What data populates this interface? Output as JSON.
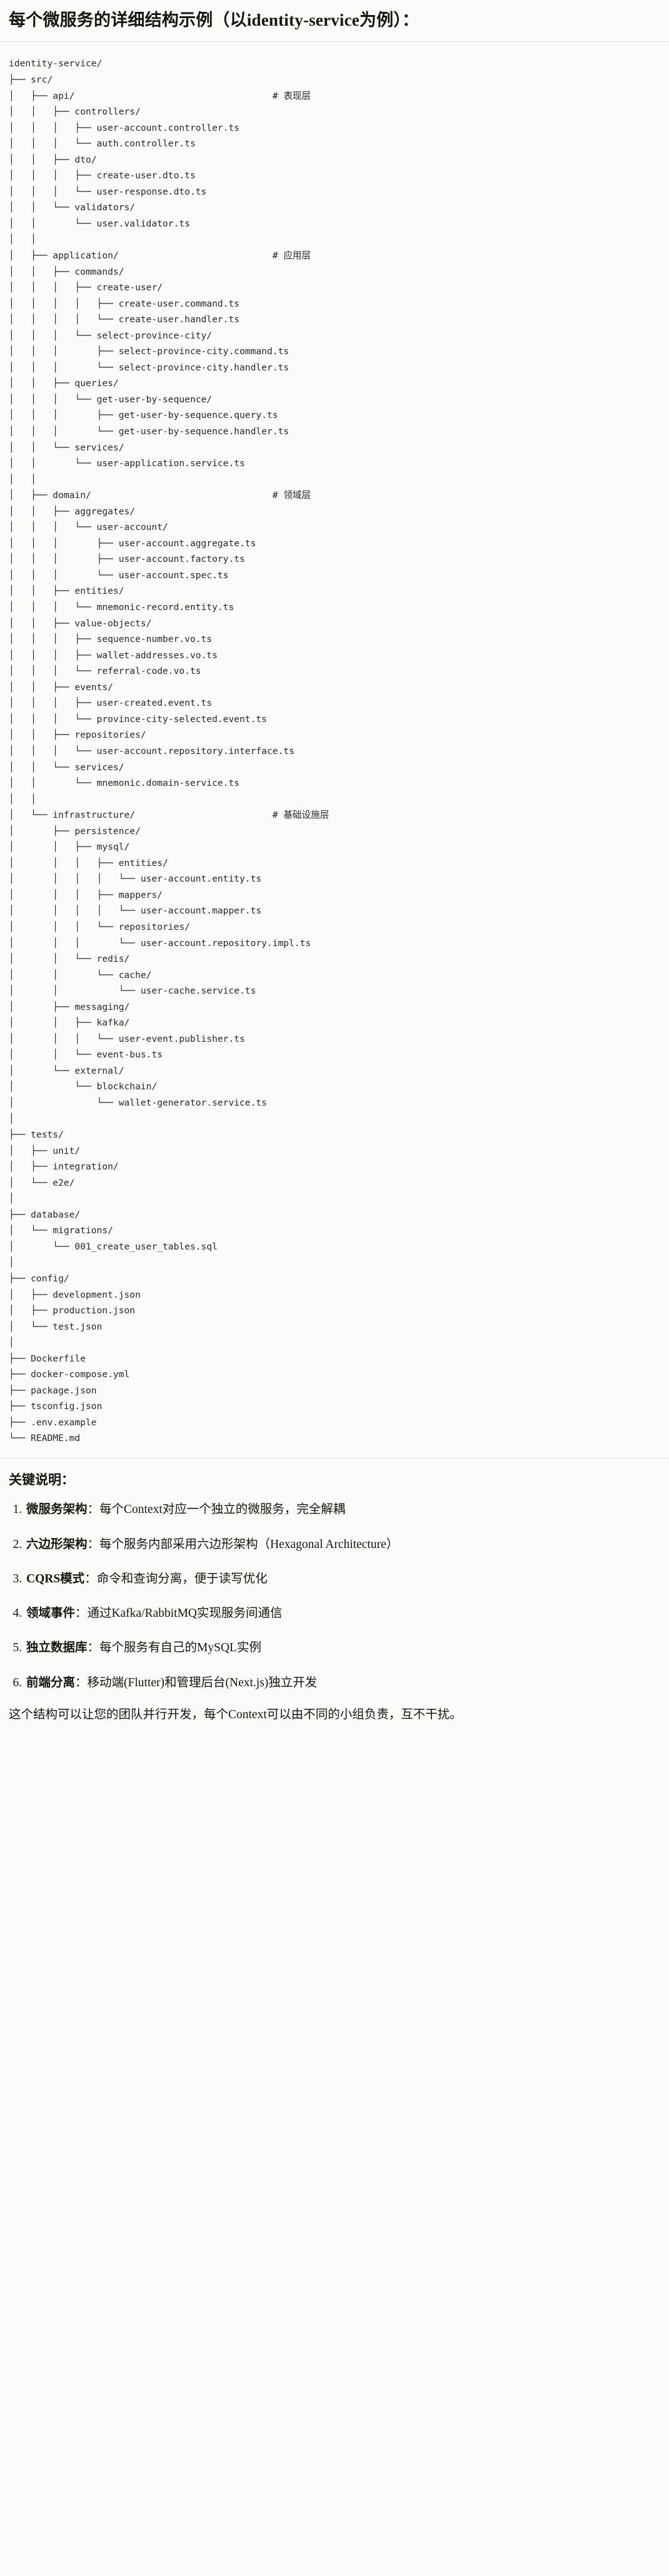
{
  "header": {
    "title": "每个微服务的详细结构示例（以identity-service为例）："
  },
  "tree": {
    "root": "identity-service/",
    "comment_column": 48,
    "lines": [
      {
        "prefix": "",
        "label": "identity-service/",
        "comment": ""
      },
      {
        "prefix": "├── ",
        "label": "src/",
        "comment": ""
      },
      {
        "prefix": "│   ├── ",
        "label": "api/",
        "comment": "# 表现层"
      },
      {
        "prefix": "│   │   ├── ",
        "label": "controllers/",
        "comment": ""
      },
      {
        "prefix": "│   │   │   ├── ",
        "label": "user-account.controller.ts",
        "comment": ""
      },
      {
        "prefix": "│   │   │   └── ",
        "label": "auth.controller.ts",
        "comment": ""
      },
      {
        "prefix": "│   │   ├── ",
        "label": "dto/",
        "comment": ""
      },
      {
        "prefix": "│   │   │   ├── ",
        "label": "create-user.dto.ts",
        "comment": ""
      },
      {
        "prefix": "│   │   │   └── ",
        "label": "user-response.dto.ts",
        "comment": ""
      },
      {
        "prefix": "│   │   └── ",
        "label": "validators/",
        "comment": ""
      },
      {
        "prefix": "│   │       └── ",
        "label": "user.validator.ts",
        "comment": ""
      },
      {
        "prefix": "│   │",
        "label": "",
        "comment": ""
      },
      {
        "prefix": "│   ├── ",
        "label": "application/",
        "comment": "# 应用层"
      },
      {
        "prefix": "│   │   ├── ",
        "label": "commands/",
        "comment": ""
      },
      {
        "prefix": "│   │   │   ├── ",
        "label": "create-user/",
        "comment": ""
      },
      {
        "prefix": "│   │   │   │   ├── ",
        "label": "create-user.command.ts",
        "comment": ""
      },
      {
        "prefix": "│   │   │   │   └── ",
        "label": "create-user.handler.ts",
        "comment": ""
      },
      {
        "prefix": "│   │   │   └── ",
        "label": "select-province-city/",
        "comment": ""
      },
      {
        "prefix": "│   │   │       ├── ",
        "label": "select-province-city.command.ts",
        "comment": ""
      },
      {
        "prefix": "│   │   │       └── ",
        "label": "select-province-city.handler.ts",
        "comment": ""
      },
      {
        "prefix": "│   │   ├── ",
        "label": "queries/",
        "comment": ""
      },
      {
        "prefix": "│   │   │   └── ",
        "label": "get-user-by-sequence/",
        "comment": ""
      },
      {
        "prefix": "│   │   │       ├── ",
        "label": "get-user-by-sequence.query.ts",
        "comment": ""
      },
      {
        "prefix": "│   │   │       └── ",
        "label": "get-user-by-sequence.handler.ts",
        "comment": ""
      },
      {
        "prefix": "│   │   └── ",
        "label": "services/",
        "comment": ""
      },
      {
        "prefix": "│   │       └── ",
        "label": "user-application.service.ts",
        "comment": ""
      },
      {
        "prefix": "│   │",
        "label": "",
        "comment": ""
      },
      {
        "prefix": "│   ├── ",
        "label": "domain/",
        "comment": "# 领域层"
      },
      {
        "prefix": "│   │   ├── ",
        "label": "aggregates/",
        "comment": ""
      },
      {
        "prefix": "│   │   │   └── ",
        "label": "user-account/",
        "comment": ""
      },
      {
        "prefix": "│   │   │       ├── ",
        "label": "user-account.aggregate.ts",
        "comment": ""
      },
      {
        "prefix": "│   │   │       ├── ",
        "label": "user-account.factory.ts",
        "comment": ""
      },
      {
        "prefix": "│   │   │       └── ",
        "label": "user-account.spec.ts",
        "comment": ""
      },
      {
        "prefix": "│   │   ├── ",
        "label": "entities/",
        "comment": ""
      },
      {
        "prefix": "│   │   │   └── ",
        "label": "mnemonic-record.entity.ts",
        "comment": ""
      },
      {
        "prefix": "│   │   ├── ",
        "label": "value-objects/",
        "comment": ""
      },
      {
        "prefix": "│   │   │   ├── ",
        "label": "sequence-number.vo.ts",
        "comment": ""
      },
      {
        "prefix": "│   │   │   ├── ",
        "label": "wallet-addresses.vo.ts",
        "comment": ""
      },
      {
        "prefix": "│   │   │   └── ",
        "label": "referral-code.vo.ts",
        "comment": ""
      },
      {
        "prefix": "│   │   ├── ",
        "label": "events/",
        "comment": ""
      },
      {
        "prefix": "│   │   │   ├── ",
        "label": "user-created.event.ts",
        "comment": ""
      },
      {
        "prefix": "│   │   │   └── ",
        "label": "province-city-selected.event.ts",
        "comment": ""
      },
      {
        "prefix": "│   │   ├── ",
        "label": "repositories/",
        "comment": ""
      },
      {
        "prefix": "│   │   │   └── ",
        "label": "user-account.repository.interface.ts",
        "comment": ""
      },
      {
        "prefix": "│   │   └── ",
        "label": "services/",
        "comment": ""
      },
      {
        "prefix": "│   │       └── ",
        "label": "mnemonic.domain-service.ts",
        "comment": ""
      },
      {
        "prefix": "│   │",
        "label": "",
        "comment": ""
      },
      {
        "prefix": "│   └── ",
        "label": "infrastructure/",
        "comment": "# 基础设施层"
      },
      {
        "prefix": "│       ├── ",
        "label": "persistence/",
        "comment": ""
      },
      {
        "prefix": "│       │   ├── ",
        "label": "mysql/",
        "comment": ""
      },
      {
        "prefix": "│       │   │   ├── ",
        "label": "entities/",
        "comment": ""
      },
      {
        "prefix": "│       │   │   │   └── ",
        "label": "user-account.entity.ts",
        "comment": ""
      },
      {
        "prefix": "│       │   │   ├── ",
        "label": "mappers/",
        "comment": ""
      },
      {
        "prefix": "│       │   │   │   └── ",
        "label": "user-account.mapper.ts",
        "comment": ""
      },
      {
        "prefix": "│       │   │   └── ",
        "label": "repositories/",
        "comment": ""
      },
      {
        "prefix": "│       │   │       └── ",
        "label": "user-account.repository.impl.ts",
        "comment": ""
      },
      {
        "prefix": "│       │   └── ",
        "label": "redis/",
        "comment": ""
      },
      {
        "prefix": "│       │       └── ",
        "label": "cache/",
        "comment": ""
      },
      {
        "prefix": "│       │           └── ",
        "label": "user-cache.service.ts",
        "comment": ""
      },
      {
        "prefix": "│       ├── ",
        "label": "messaging/",
        "comment": ""
      },
      {
        "prefix": "│       │   ├── ",
        "label": "kafka/",
        "comment": ""
      },
      {
        "prefix": "│       │   │   └── ",
        "label": "user-event.publisher.ts",
        "comment": ""
      },
      {
        "prefix": "│       │   └── ",
        "label": "event-bus.ts",
        "comment": ""
      },
      {
        "prefix": "│       └── ",
        "label": "external/",
        "comment": ""
      },
      {
        "prefix": "│           └── ",
        "label": "blockchain/",
        "comment": ""
      },
      {
        "prefix": "│               └── ",
        "label": "wallet-generator.service.ts",
        "comment": ""
      },
      {
        "prefix": "│",
        "label": "",
        "comment": ""
      },
      {
        "prefix": "├── ",
        "label": "tests/",
        "comment": ""
      },
      {
        "prefix": "│   ├── ",
        "label": "unit/",
        "comment": ""
      },
      {
        "prefix": "│   ├── ",
        "label": "integration/",
        "comment": ""
      },
      {
        "prefix": "│   └── ",
        "label": "e2e/",
        "comment": ""
      },
      {
        "prefix": "│",
        "label": "",
        "comment": ""
      },
      {
        "prefix": "├── ",
        "label": "database/",
        "comment": ""
      },
      {
        "prefix": "│   └── ",
        "label": "migrations/",
        "comment": ""
      },
      {
        "prefix": "│       └── ",
        "label": "001_create_user_tables.sql",
        "comment": ""
      },
      {
        "prefix": "│",
        "label": "",
        "comment": ""
      },
      {
        "prefix": "├── ",
        "label": "config/",
        "comment": ""
      },
      {
        "prefix": "│   ├── ",
        "label": "development.json",
        "comment": ""
      },
      {
        "prefix": "│   ├── ",
        "label": "production.json",
        "comment": ""
      },
      {
        "prefix": "│   └── ",
        "label": "test.json",
        "comment": ""
      },
      {
        "prefix": "│",
        "label": "",
        "comment": ""
      },
      {
        "prefix": "├── ",
        "label": "Dockerfile",
        "comment": ""
      },
      {
        "prefix": "├── ",
        "label": "docker-compose.yml",
        "comment": ""
      },
      {
        "prefix": "├── ",
        "label": "package.json",
        "comment": ""
      },
      {
        "prefix": "├── ",
        "label": "tsconfig.json",
        "comment": ""
      },
      {
        "prefix": "├── ",
        "label": ".env.example",
        "comment": ""
      },
      {
        "prefix": "└── ",
        "label": "README.md",
        "comment": ""
      }
    ]
  },
  "notes": {
    "title": "关键说明：",
    "items": [
      {
        "term": "微服务架构",
        "sep": "：",
        "desc": "每个Context对应一个独立的微服务，完全解耦"
      },
      {
        "term": "六边形架构",
        "sep": "：",
        "desc": "每个服务内部采用六边形架构（Hexagonal Architecture）"
      },
      {
        "term": "CQRS模式",
        "sep": "：",
        "desc": "命令和查询分离，便于读写优化"
      },
      {
        "term": "领域事件",
        "sep": "：",
        "desc": "通过Kafka/RabbitMQ实现服务间通信"
      },
      {
        "term": "独立数据库",
        "sep": "：",
        "desc": "每个服务有自己的MySQL实例"
      },
      {
        "term": "前端分离",
        "sep": "：",
        "desc": "移动端(Flutter)和管理后台(Next.js)独立开发"
      }
    ],
    "closing": "这个结构可以让您的团队并行开发，每个Context可以由不同的小组负责，互不干扰。"
  }
}
